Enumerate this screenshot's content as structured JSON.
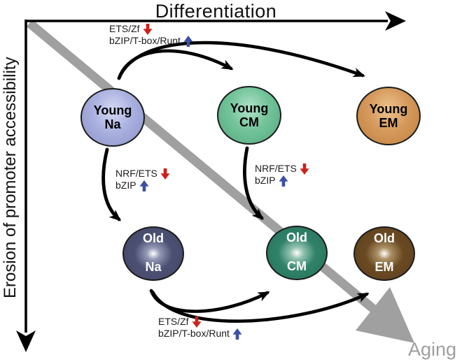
{
  "figure": {
    "x_axis_label": "Differentiation",
    "y_axis_label": "Erosion of promoter accessibility",
    "aging_label": "Aging"
  },
  "nodes": {
    "young_na": {
      "line1": "Young",
      "line2": "Na"
    },
    "young_cm": {
      "line1": "Young",
      "line2": "CM"
    },
    "young_em": {
      "line1": "Young",
      "line2": "EM"
    },
    "old_na": {
      "line1": "Old",
      "line2": "Na"
    },
    "old_cm": {
      "line1": "Old",
      "line2": "CM"
    },
    "old_em": {
      "line1": "Old",
      "line2": "EM"
    }
  },
  "annotations": {
    "top": {
      "down": "ETS/Zf",
      "up": "bZIP/T-box/Runt"
    },
    "young_na_to_old_na": {
      "down": "NRF/ETS",
      "up": "bZIP"
    },
    "young_cm_to_old_cm": {
      "down": "NRF/ETS",
      "up": "bZIP"
    },
    "bottom": {
      "down": "ETS/Zf",
      "up": "bZIP/T-box/Runt"
    }
  },
  "colors": {
    "down_arrow_red": "#cc2118",
    "up_arrow_blue": "#3a50a4",
    "aging_gray": "#a0a0a0",
    "young_na": "#9aa2d4",
    "young_cm": "#63bb8f",
    "young_em": "#cd8d4d",
    "old_na": "#4c5073",
    "old_cm": "#2f8268",
    "old_em": "#6a4a22"
  }
}
